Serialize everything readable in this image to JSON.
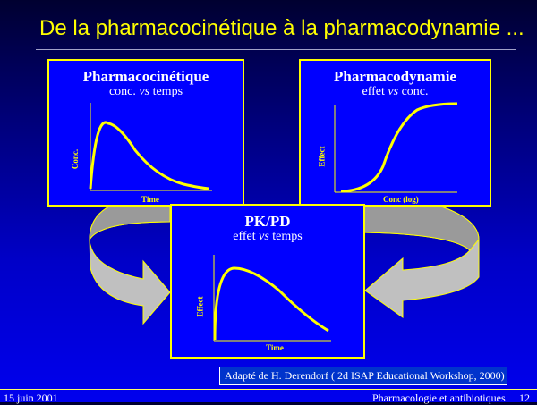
{
  "slide": {
    "title": "De la pharmacocinétique à la pharmacodynamie ...",
    "page": "12"
  },
  "panels": [
    {
      "title": "Pharmacocinétique",
      "subtitle_a": "conc. ",
      "subtitle_vs": "vs",
      "subtitle_b": " temps",
      "ylabel": "Conc.",
      "xlabel": "Time"
    },
    {
      "title": "Pharmacodynamie",
      "subtitle_a": "effet ",
      "subtitle_vs": "vs",
      "subtitle_b": " conc.",
      "ylabel": "Effect",
      "xlabel": "Conc (log)"
    },
    {
      "title": "PK/PD",
      "subtitle_a": "effet ",
      "subtitle_vs": "vs",
      "subtitle_b": " temps",
      "ylabel": "Effect",
      "xlabel": "Time"
    }
  ],
  "credit": "Adapté de H. Derendorf ( 2d ISAP Educational Workshop, 2000)",
  "footer": {
    "date": "15 juin 2001",
    "course": "Pharmacologie et antibiotiques"
  },
  "colors": {
    "accent": "#ffff00",
    "panel": "#0000ff",
    "arrow": "#c0c0c0"
  }
}
